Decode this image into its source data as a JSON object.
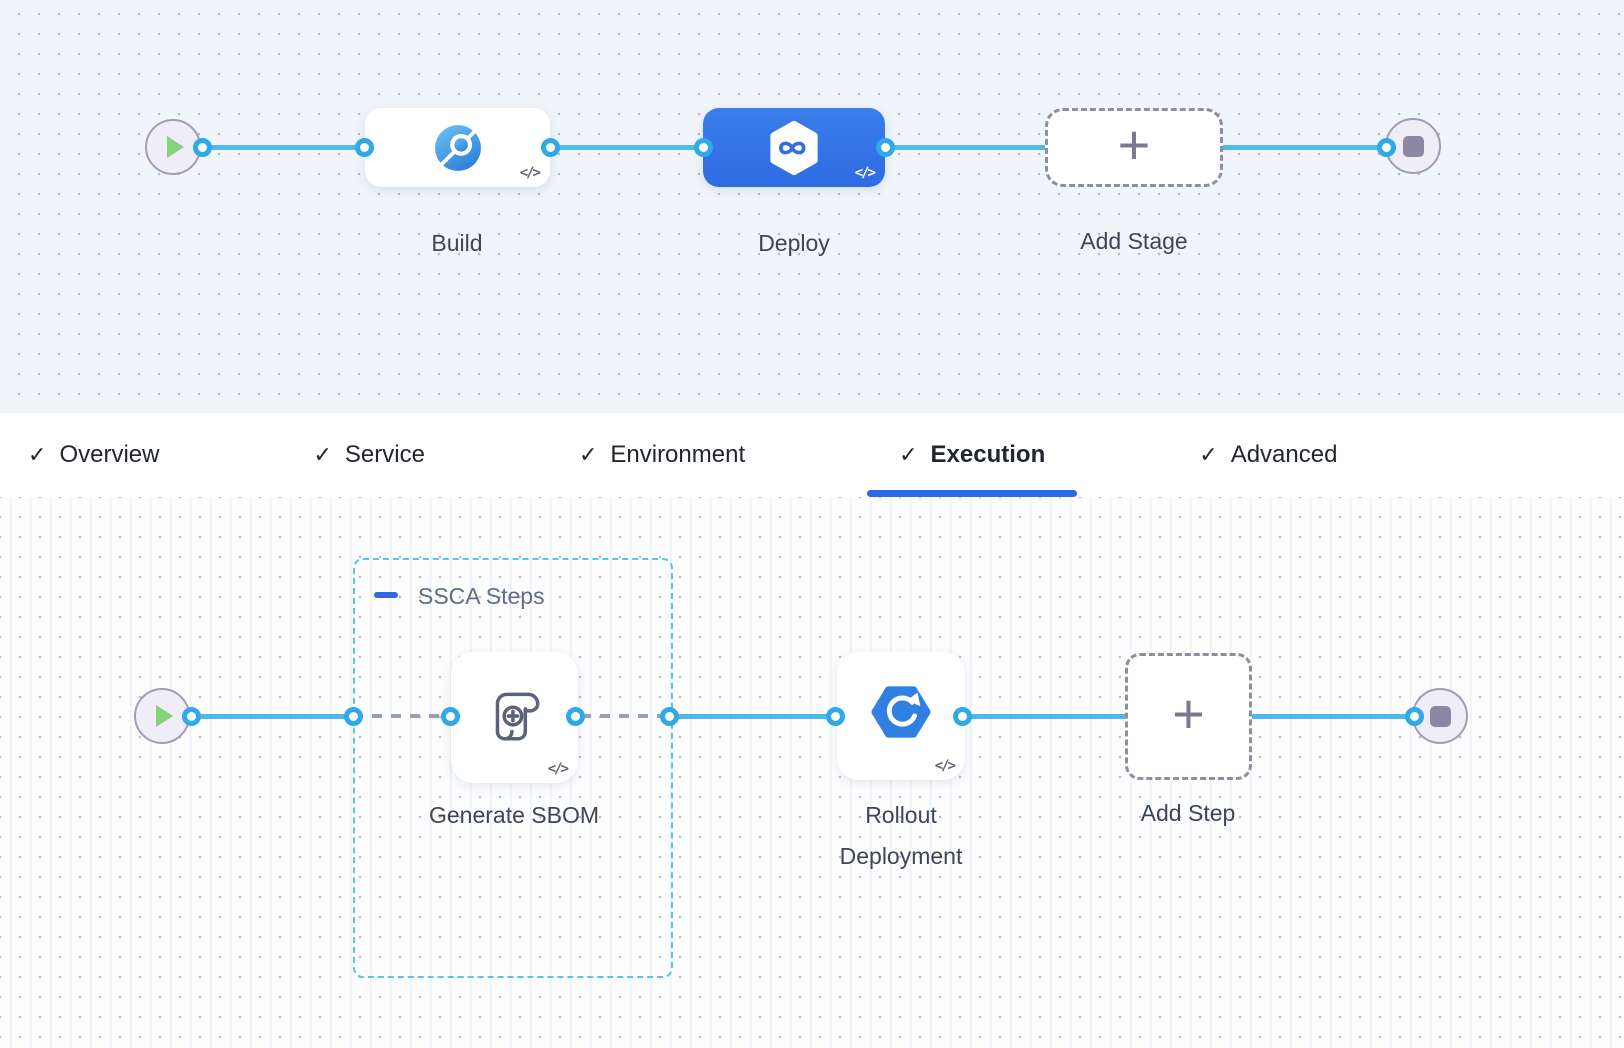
{
  "colors": {
    "stage_canvas_bg": "#eff5f9",
    "exec_canvas_bg": "#fdfdfe",
    "edge_blue": "#4fb9ee",
    "edge_dashed_gray": "#9aa0ad",
    "selected_stage_blue": "#2e6ce2",
    "active_tab_underline": "#2968e8",
    "step_group_border": "#58c2f1",
    "start_play_green": "#84d47c",
    "terminal_fill": "#efedf7"
  },
  "stage_pipeline": {
    "stages": {
      "build": {
        "label": "Build"
      },
      "deploy": {
        "label": "Deploy",
        "selected": true
      },
      "add_stage": {
        "label": "Add Stage"
      }
    }
  },
  "tabs": [
    {
      "label": "Overview",
      "checked": true,
      "active": false
    },
    {
      "label": "Service",
      "checked": true,
      "active": false
    },
    {
      "label": "Environment",
      "checked": true,
      "active": false
    },
    {
      "label": "Execution",
      "checked": true,
      "active": true
    },
    {
      "label": "Advanced",
      "checked": true,
      "active": false
    }
  ],
  "execution_pipeline": {
    "step_group": {
      "label": "SSCA Steps"
    },
    "steps": {
      "generate_sbom": {
        "label": "Generate SBOM"
      },
      "rollout": {
        "label": "Rollout Deployment"
      },
      "add_step": {
        "label": "Add Step"
      }
    }
  },
  "icons": {
    "check": "✓",
    "plus": "+",
    "code": "</>",
    "infinity": "∞",
    "rollout_arrow": "↻"
  }
}
